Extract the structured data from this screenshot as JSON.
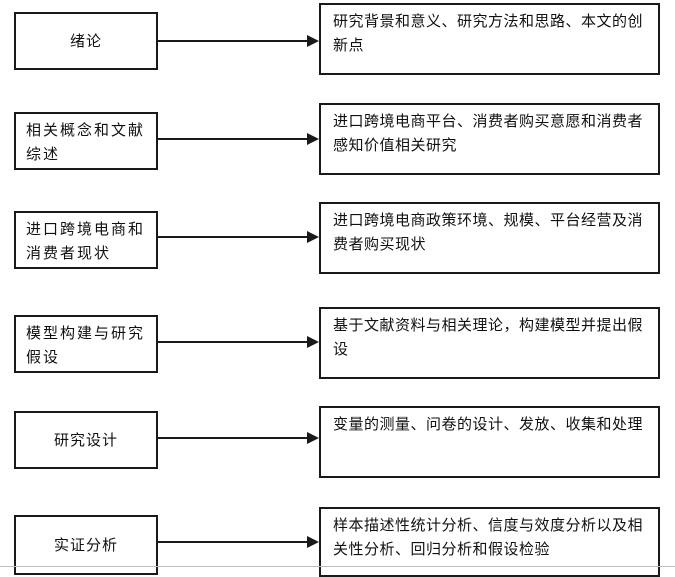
{
  "rows": [
    {
      "stage": "绪论",
      "content": "研究背景和意义、研究方法和思路、本文的创新点"
    },
    {
      "stage": "相关概念和文献综述",
      "content": "进口跨境电商平台、消费者购买意愿和消费者感知价值相关研究"
    },
    {
      "stage": "进口跨境电商和消费者现状",
      "content": "进口跨境电商政策环境、规模、平台经营及消费者购买现状"
    },
    {
      "stage": "模型构建与研究假设",
      "content": "基于文献资料与相关理论，构建模型并提出假设"
    },
    {
      "stage": "研究设计",
      "content": "变量的测量、问卷的设计、发放、收集和处理"
    },
    {
      "stage": "实证分析",
      "content": "样本描述性统计分析、信度与效度分析以及相关性分析、回归分析和假设检验"
    }
  ]
}
